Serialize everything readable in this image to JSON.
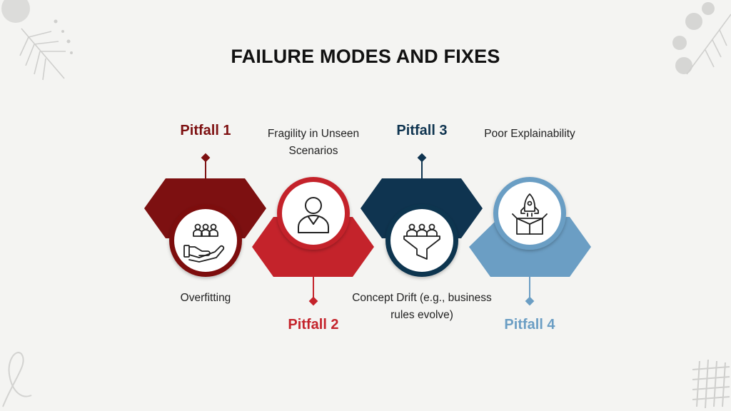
{
  "title": "FAILURE MODES AND FIXES",
  "colors": {
    "pitfall1": "#7d1011",
    "pitfall2": "#c4232b",
    "pitfall3": "#0f3450",
    "pitfall4": "#6b9ec4",
    "background": "#f4f4f2"
  },
  "pitfalls": [
    {
      "label": "Pitfall 1",
      "description": "Overfitting",
      "icon": "hand-people-icon"
    },
    {
      "label": "Pitfall 2",
      "description": "Fragility in Unseen Scenarios",
      "icon": "person-icon"
    },
    {
      "label": "Pitfall 3",
      "description": "Concept Drift (e.g., business rules evolve)",
      "icon": "funnel-people-icon"
    },
    {
      "label": "Pitfall 4",
      "description": "Poor Explainability",
      "icon": "rocket-box-icon"
    }
  ]
}
